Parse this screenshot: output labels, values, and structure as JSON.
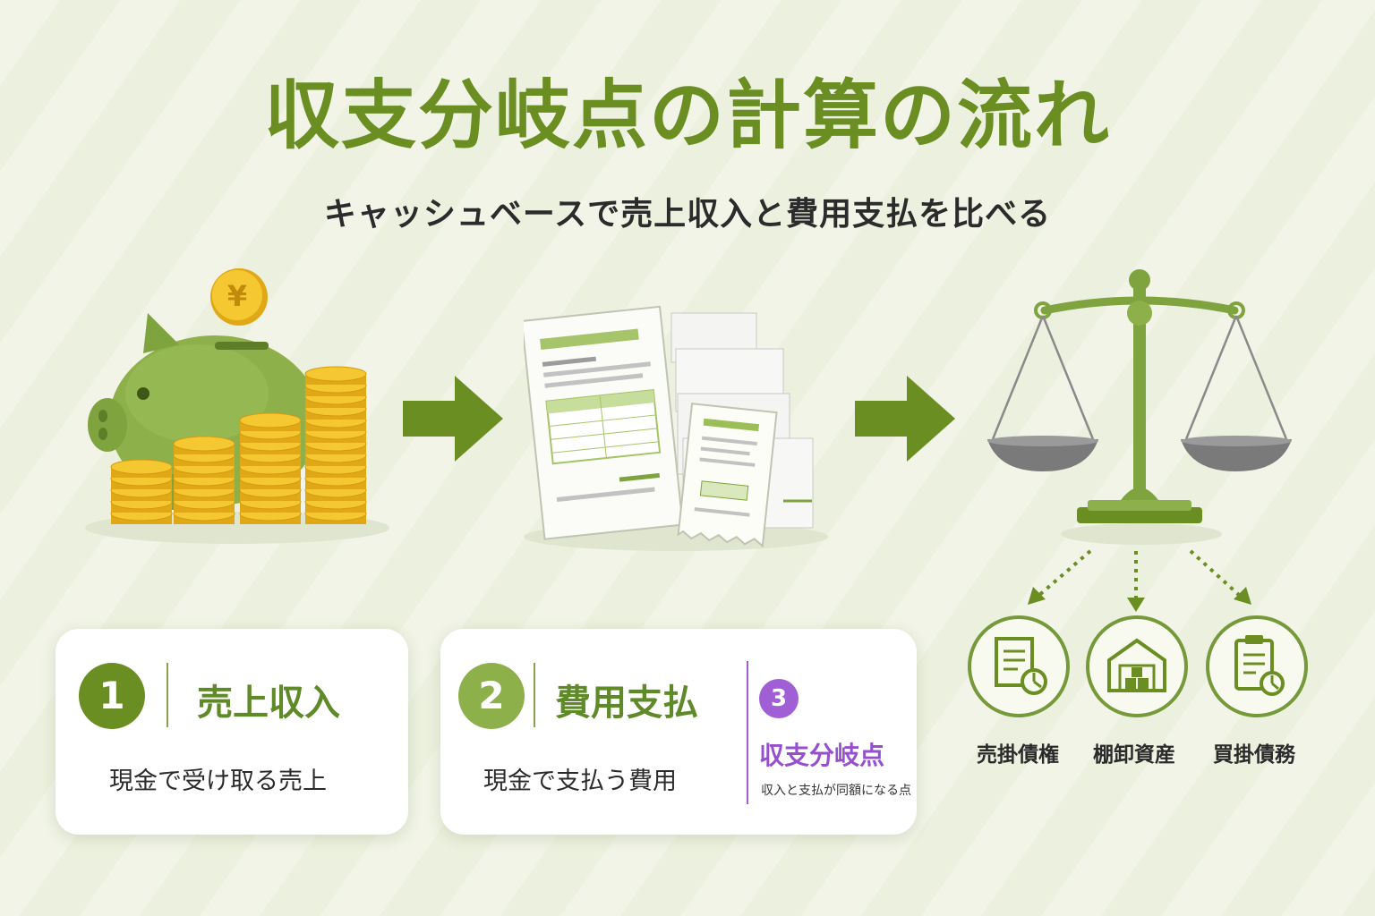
{
  "title": "収支分岐点の計算の流れ",
  "subtitle": "キャッシュベースで売上収入と費用支払を比べる",
  "illustrations": {
    "coin_symbol": "¥"
  },
  "steps": [
    {
      "number": "1",
      "heading": "売上収入",
      "description": "現金で受け取る売上"
    },
    {
      "number": "2",
      "heading": "費用支払",
      "description": "現金で支払う費用"
    },
    {
      "number": "3",
      "heading": "収支分岐点",
      "description": "収入と支払が同額になる点"
    }
  ],
  "balance_items": [
    {
      "label": "売掛債権",
      "icon": "document-chart-icon"
    },
    {
      "label": "棚卸資産",
      "icon": "warehouse-icon"
    },
    {
      "label": "買掛債務",
      "icon": "clipboard-chart-icon"
    }
  ],
  "colors": {
    "primary_green": "#6b8e23",
    "light_green": "#8db04a",
    "accent_purple": "#a15fd6",
    "coin_gold": "#f2c12e"
  }
}
